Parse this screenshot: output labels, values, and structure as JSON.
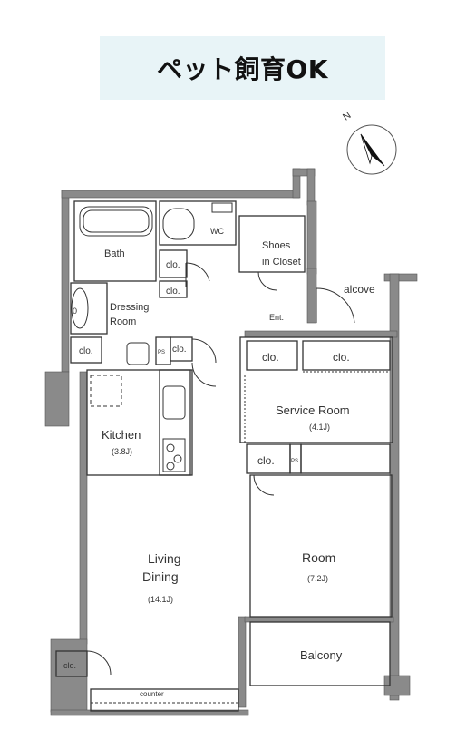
{
  "banner": {
    "text": "ペット飼育OK"
  },
  "compass": {
    "label": "N"
  },
  "rooms": {
    "bath": "Bath",
    "wc": "WC",
    "shoes_line1": "Shoes",
    "shoes_line2": "in Closet",
    "dressing_line1": "Dressing",
    "dressing_line2": "Room",
    "entrance": "Ent.",
    "alcove": "alcove",
    "kitchen": "Kitchen",
    "kitchen_size": "(3.8J)",
    "service_room": "Service Room",
    "service_size": "(4.1J)",
    "room": "Room",
    "room_size": "(7.2J)",
    "living_line1": "Living",
    "living_line2": "Dining",
    "living_size": "(14.1J)",
    "balcony": "Balcony",
    "counter": "counter",
    "clo": "clo.",
    "ps": "PS",
    "washer_mark": "0"
  },
  "colors": {
    "wall": "#8a8a8a",
    "line": "#333333",
    "banner_bg": "#e8f4f7"
  }
}
